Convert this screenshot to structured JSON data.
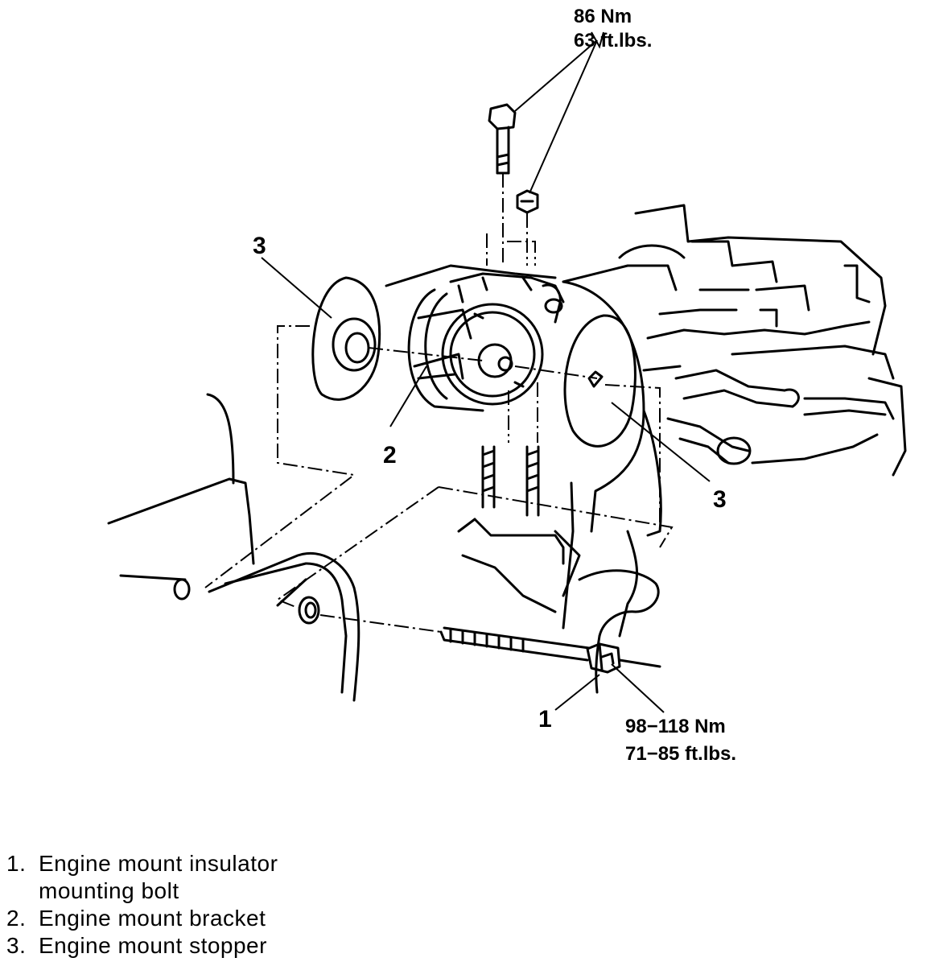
{
  "torque_top": {
    "line1": "86 Nm",
    "line2": "63 ft.lbs."
  },
  "torque_bottom": {
    "line1": "98−118 Nm",
    "line2": "71−85 ft.lbs."
  },
  "callouts": {
    "c1": "1",
    "c2": "2",
    "c3_left": "3",
    "c3_right": "3"
  },
  "legend": {
    "item1_num": "1.",
    "item1_line1": "Engine mount insulator",
    "item1_line2": "mounting bolt",
    "item2_num": "2.",
    "item2_text": "Engine mount bracket",
    "item3_num": "3.",
    "item3_text": "Engine mount stopper"
  },
  "colors": {
    "ink": "#000000",
    "paper": "#ffffff"
  }
}
